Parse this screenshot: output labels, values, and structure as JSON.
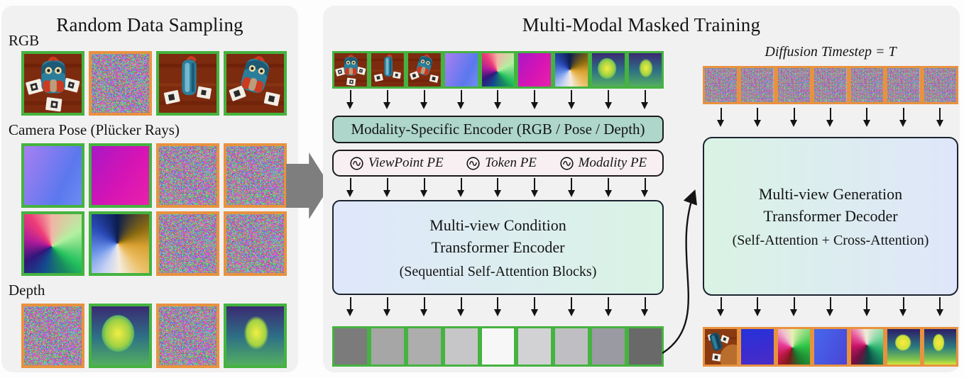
{
  "left_panel": {
    "title": "Random Data Sampling",
    "sections": [
      {
        "label": "RGB",
        "rows": [
          [
            {
              "kind": "rgb-front",
              "border": "green"
            },
            {
              "kind": "noise",
              "border": "orange"
            },
            {
              "kind": "rgb-side",
              "border": "green"
            },
            {
              "kind": "rgb-angle",
              "border": "green"
            }
          ]
        ]
      },
      {
        "label": "Camera Pose (Plücker Rays)",
        "rows": [
          [
            {
              "kind": "pose-purple-blue",
              "border": "green"
            },
            {
              "kind": "pose-magenta",
              "border": "green"
            },
            {
              "kind": "noise",
              "border": "orange"
            },
            {
              "kind": "noise",
              "border": "orange"
            }
          ],
          [
            {
              "kind": "pose-conic-pink",
              "border": "green"
            },
            {
              "kind": "pose-conic-gold",
              "border": "green"
            },
            {
              "kind": "noise",
              "border": "orange"
            },
            {
              "kind": "noise",
              "border": "orange"
            }
          ]
        ]
      },
      {
        "label": "Depth",
        "rows": [
          [
            {
              "kind": "noise",
              "border": "orange"
            },
            {
              "kind": "depth-a",
              "border": "green"
            },
            {
              "kind": "noise",
              "border": "orange"
            },
            {
              "kind": "depth-b",
              "border": "green"
            }
          ]
        ]
      }
    ]
  },
  "right_panel": {
    "title": "Multi-Modal Masked Training",
    "condition_branch": {
      "input_row": [
        {
          "kind": "rgb-front",
          "border": "green"
        },
        {
          "kind": "rgb-side",
          "border": "green"
        },
        {
          "kind": "rgb-angle",
          "border": "green"
        },
        {
          "kind": "pose-purple-blue",
          "border": "green"
        },
        {
          "kind": "pose-conic-pink",
          "border": "green"
        },
        {
          "kind": "pose-magenta",
          "border": "green"
        },
        {
          "kind": "pose-conic-gold",
          "border": "green"
        },
        {
          "kind": "depth-a",
          "border": "green"
        },
        {
          "kind": "depth-b",
          "border": "green"
        }
      ],
      "modality_encoder_label": "Modality-Specific Encoder (RGB / Pose / Depth)",
      "positional_encodings": [
        {
          "icon": "sine-wave-icon",
          "label": "ViewPoint PE"
        },
        {
          "icon": "sine-wave-icon",
          "label": "Token PE"
        },
        {
          "icon": "sine-wave-icon",
          "label": "Modality PE"
        }
      ],
      "encoder_box": {
        "line1": "Multi-view Condition",
        "line2": "Transformer Encoder",
        "line3": "(Sequential Self-Attention Blocks)"
      },
      "token_row": [
        {
          "kind": "gray",
          "border": "green",
          "color": "#7b7b7b"
        },
        {
          "kind": "gray",
          "border": "green",
          "color": "#a6a6a6"
        },
        {
          "kind": "gray",
          "border": "green",
          "color": "#adadad"
        },
        {
          "kind": "gray",
          "border": "green",
          "color": "#c6c6c9"
        },
        {
          "kind": "gray",
          "border": "green",
          "color": "#f7f7f7"
        },
        {
          "kind": "gray",
          "border": "green",
          "color": "#d2d2d5"
        },
        {
          "kind": "gray",
          "border": "green",
          "color": "#bfbfc3"
        },
        {
          "kind": "gray",
          "border": "green",
          "color": "#9a9aa2"
        },
        {
          "kind": "gray",
          "border": "green",
          "color": "#696969"
        }
      ]
    },
    "generation_branch": {
      "timestep_label": "Diffusion Timestep = T",
      "noise_row": [
        {
          "kind": "noise",
          "border": "orange"
        },
        {
          "kind": "noise",
          "border": "orange"
        },
        {
          "kind": "noise",
          "border": "orange"
        },
        {
          "kind": "noise",
          "border": "orange"
        },
        {
          "kind": "noise",
          "border": "orange"
        },
        {
          "kind": "noise",
          "border": "orange"
        },
        {
          "kind": "noise",
          "border": "orange"
        }
      ],
      "decoder_box": {
        "line1": "Multi-view Generation",
        "line2": "Transformer Decoder",
        "line3": "(Self-Attention + Cross-Attention)"
      },
      "output_row": [
        {
          "kind": "rgb-top",
          "border": "orange"
        },
        {
          "kind": "pose-blue-deep",
          "border": "orange"
        },
        {
          "kind": "pose-conic-pink2",
          "border": "orange"
        },
        {
          "kind": "pose-blue-royal",
          "border": "orange"
        },
        {
          "kind": "pose-conic-mint",
          "border": "orange"
        },
        {
          "kind": "depth-out-a",
          "border": "orange"
        },
        {
          "kind": "depth-out-b",
          "border": "orange"
        }
      ]
    }
  },
  "colors": {
    "sample_border_green": "#45b33f",
    "masked_border_orange": "#e8923f",
    "panel_background": "#f2f1f2",
    "modality_encoder_fill": "#aed6ca",
    "positional_encoding_fill": "#f8eff3",
    "condition_encoder_gradient": [
      "#dfe7fb",
      "#d9f3e4"
    ],
    "generation_decoder_gradient": [
      "#d9f3e4",
      "#dfe6fa"
    ],
    "flow_arrow_gray": "#7e7e7e"
  }
}
